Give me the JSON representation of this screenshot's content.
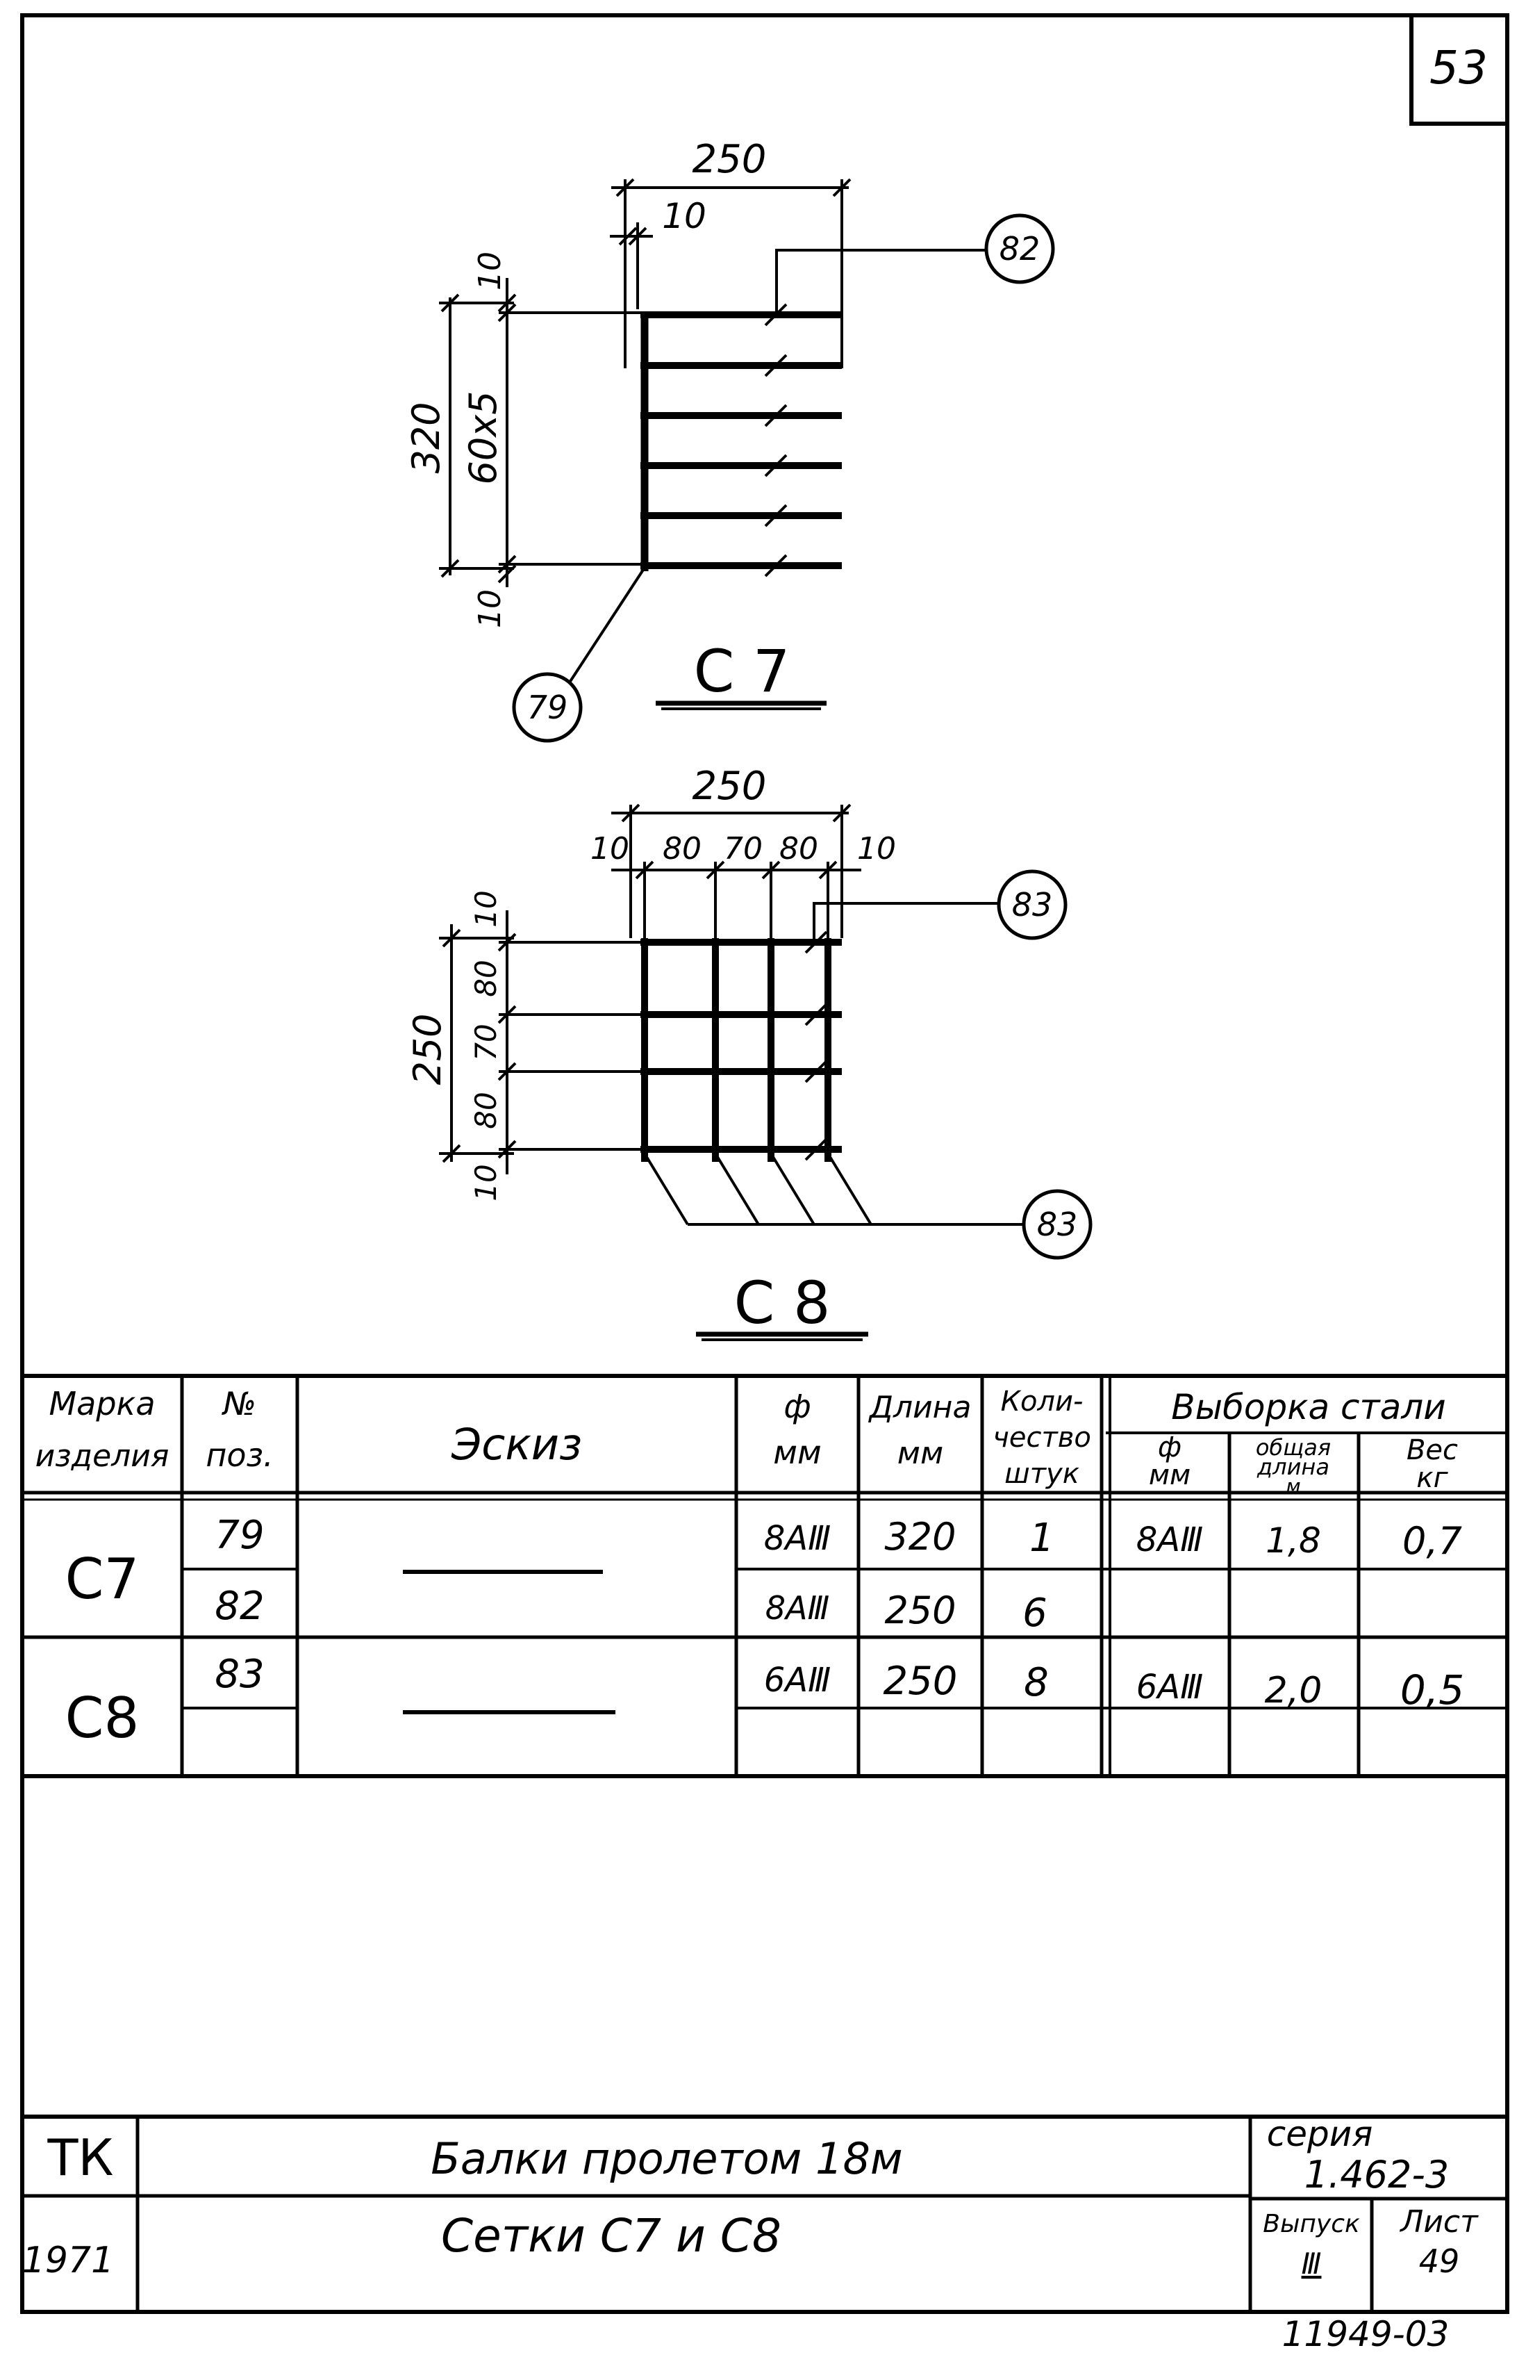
{
  "sheet_number": "53",
  "drawing_c7": {
    "title": "С 7",
    "width": "250",
    "edge": "10",
    "height_total": "320",
    "height_spacing": "60х5",
    "top_margin": "10",
    "bottom_margin": "10",
    "callout_top": "82",
    "callout_bottom": "79"
  },
  "drawing_c8": {
    "title": "С 8",
    "width": "250",
    "spacing_h": [
      "10",
      "80",
      "70",
      "80",
      "10"
    ],
    "height_total": "250",
    "spacing_v": [
      "10",
      "80",
      "70",
      "80",
      "10"
    ],
    "callout_top": "83",
    "callout_bottom": "83"
  },
  "table": {
    "headers": {
      "mark": [
        "Марка",
        "изделия"
      ],
      "pos": [
        "№",
        "поз."
      ],
      "sketch": "Эскиз",
      "phi": [
        "ф",
        "мм"
      ],
      "length": [
        "Длина",
        "мм"
      ],
      "qty": [
        "Коли-",
        "чество",
        "штук"
      ],
      "steel": "Выборка стали",
      "steel_phi": [
        "ф",
        "мм"
      ],
      "steel_len": [
        "общая",
        "длина",
        "м"
      ],
      "steel_weight": [
        "Вес",
        "кг"
      ]
    },
    "rows": [
      {
        "mark": "С7",
        "pos": "79",
        "phi": "8АⅢ",
        "length": "320",
        "qty": "1",
        "s_phi": "8АⅢ",
        "s_len": "1,8",
        "s_weight": "0,7"
      },
      {
        "mark": "",
        "pos": "82",
        "phi": "8АⅢ",
        "length": "250",
        "qty": "6",
        "s_phi": "",
        "s_len": "",
        "s_weight": ""
      },
      {
        "mark": "С8",
        "pos": "83",
        "phi": "6АⅢ",
        "length": "250",
        "qty": "8",
        "s_phi": "6АⅢ",
        "s_len": "2,0",
        "s_weight": "0,5"
      }
    ]
  },
  "title_block": {
    "org": "ТК",
    "year": "1971",
    "title_1": "Балки пролетом 18м",
    "title_2": "Сетки С7 и С8",
    "series_label": "серия",
    "series_value": "1.462-3",
    "issue_label": "Выпуск",
    "issue_value": "Ⅲ",
    "sheet_label": "Лист",
    "sheet_value": "49"
  },
  "footer_code": "11949-03"
}
